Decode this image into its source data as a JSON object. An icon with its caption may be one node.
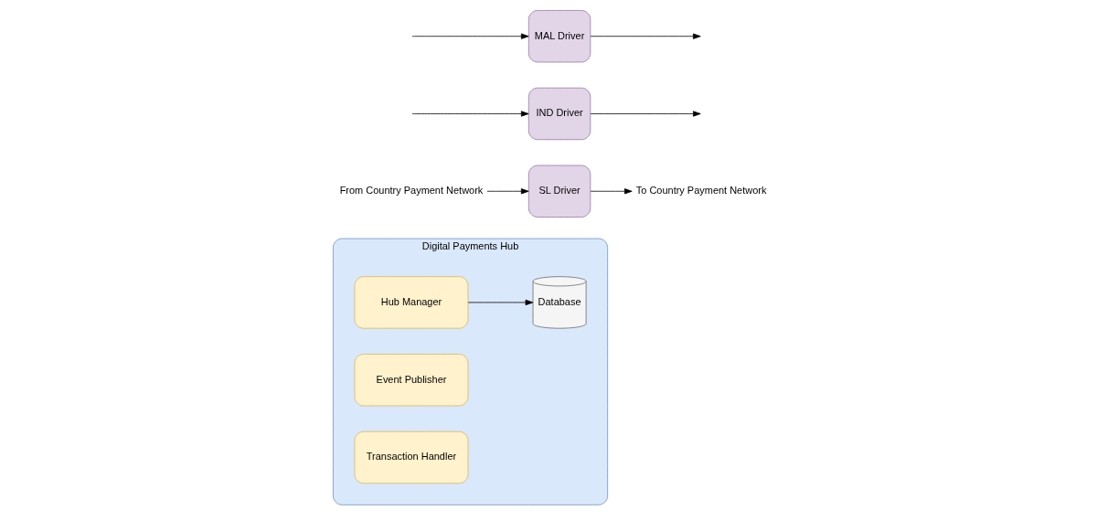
{
  "diagram": {
    "nodes": [
      {
        "text": [
          "Digital Payments Hub"
        ]
      },
      {
        "text": [
          "From Country Payment Network"
        ]
      },
      {
        "text": [
          "SL Driver"
        ]
      },
      {
        "text": [
          "To Country Payment Network"
        ]
      },
      {
        "text": [
          "Hub Manager"
        ],
        "in": 0
      },
      {
        "text": [
          "Database"
        ],
        "in": 0
      },
      {
        "text": [
          "IND Driver"
        ]
      },
      {
        "text": [
          "Event Publisher"
        ],
        "in": 0
      },
      {
        "text": [
          "MAL Driver"
        ]
      },
      {
        "text": [
          "Transaction Handler"
        ],
        "in": 0
      }
    ],
    "edges": [
      {
        "from": 1,
        "to": 2,
        "arrow": "to"
      },
      {
        "from": 2,
        "to": 3,
        "arrow": "to"
      },
      {
        "from": 4,
        "to": 5,
        "arrow": "to"
      },
      {
        "from": null,
        "to": 6,
        "arrow": "to"
      },
      {
        "from": 6,
        "to": null,
        "arrow": "to"
      },
      {
        "from": null,
        "to": 8,
        "arrow": "to"
      },
      {
        "from": 8,
        "to": null,
        "arrow": "to"
      }
    ]
  }
}
